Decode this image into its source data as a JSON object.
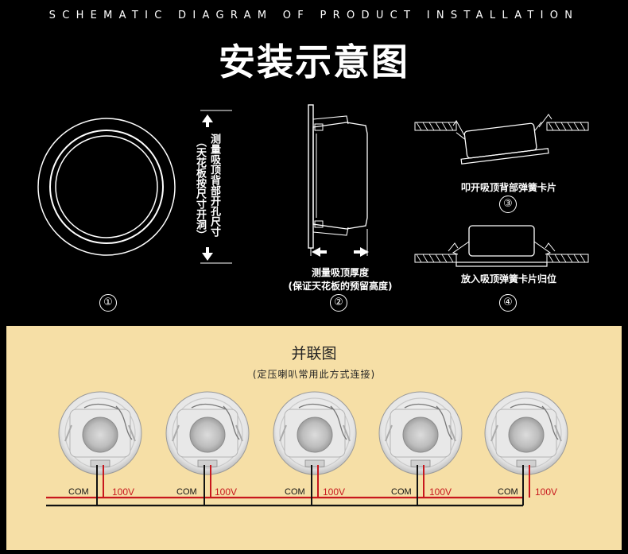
{
  "header": {
    "banner": "SCHEMATIC DIAGRAM OF PRODUCT INSTALLATION",
    "title": "安装示意图"
  },
  "step1": {
    "measure_label": "测量吸顶背部开孔尺寸",
    "note_label": "（天花板按尺寸开洞）",
    "number": "①"
  },
  "step2": {
    "caption_line1": "测量吸顶厚度",
    "caption_line2": "(保证天花板的预留高度)",
    "number": "②"
  },
  "step3": {
    "caption": "叩开吸顶背部弹簧卡片",
    "number": "③"
  },
  "step4": {
    "caption": "放入吸顶弹簧卡片归位",
    "number": "④"
  },
  "wiring": {
    "title": "并联图",
    "subtitle": "(定压喇叭常用此方式连接)",
    "com_label": "COM",
    "v_label": "100V",
    "speakers": [
      {
        "com": "COM",
        "v": "100V"
      },
      {
        "com": "COM",
        "v": "100V"
      },
      {
        "com": "COM",
        "v": "100V"
      },
      {
        "com": "COM",
        "v": "100V"
      },
      {
        "com": "COM",
        "v": "100V"
      }
    ],
    "colors": {
      "com_wire": "#111111",
      "v_wire": "#c8171d",
      "panel": "#f6dfa6"
    }
  }
}
